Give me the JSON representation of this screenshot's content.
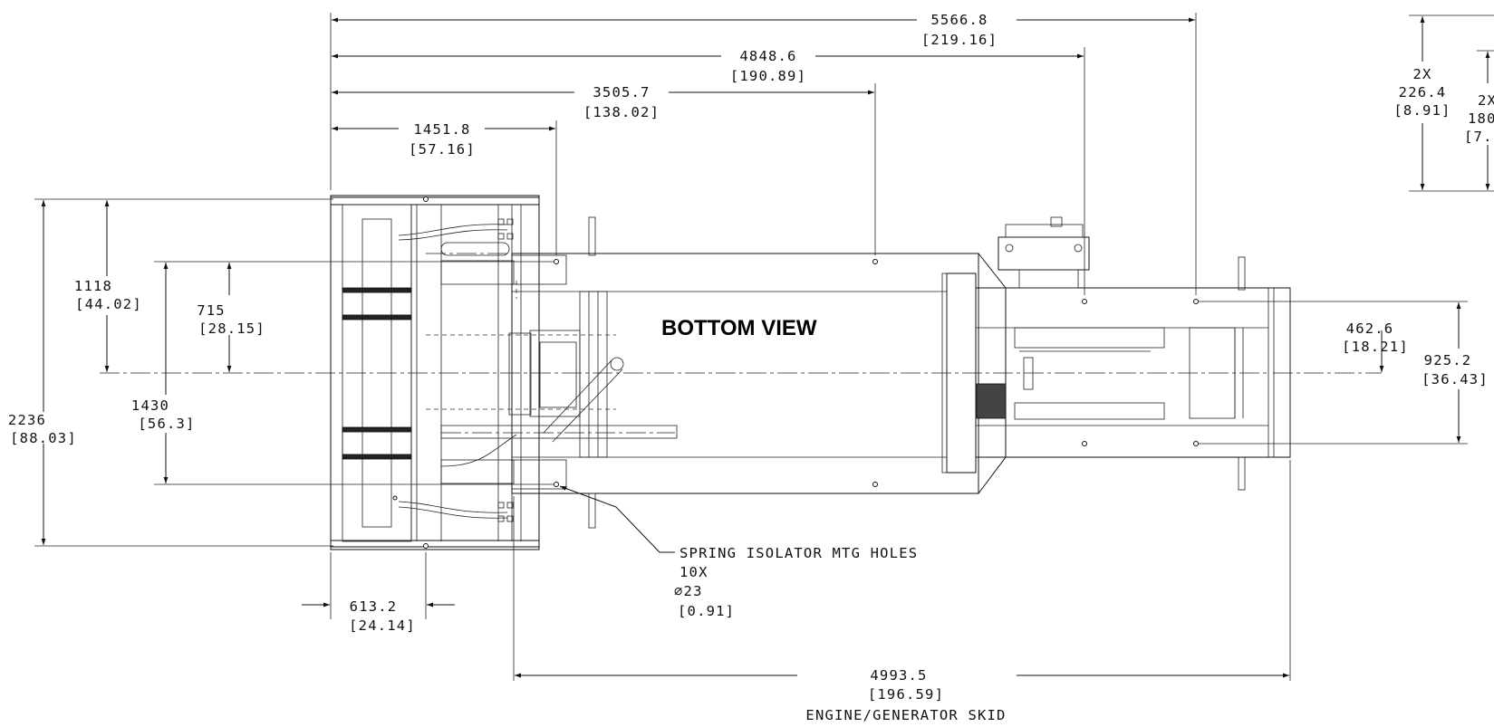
{
  "title": "BOTTOM VIEW",
  "dimensions": {
    "overall_length": {
      "mm": "5566.8",
      "in": "[219.16]"
    },
    "length_to_enclosure_unit": {
      "mm": "4848.6",
      "in": "[190.89]"
    },
    "length_to_hole_mid": {
      "mm": "3505.7",
      "in": "[138.02]"
    },
    "length_to_hole_first": {
      "mm": "1451.8",
      "in": "[57.16]"
    },
    "height_right_a": {
      "qty": "2X",
      "mm": "226.4",
      "in": "[8.91]"
    },
    "height_right_b": {
      "qty": "2X",
      "mm": "180",
      "in": "[7."
    },
    "half_width": {
      "mm": "1118",
      "in": "[44.02]"
    },
    "hole_half_offset": {
      "mm": "715",
      "in": "[28.15]"
    },
    "overall_width": {
      "mm": "2236",
      "in": "[88.03]"
    },
    "hole_spacing": {
      "mm": "1430",
      "in": "[56.3]"
    },
    "skid_half_spacing": {
      "mm": "462.6",
      "in": "[18.21]"
    },
    "skid_hole_spacing": {
      "mm": "925.2",
      "in": "[36.43]"
    },
    "front_offset": {
      "mm": "613.2",
      "in": "[24.14]"
    },
    "skid_length": {
      "mm": "4993.5",
      "in": "[196.59]",
      "label": "ENGINE/GENERATOR SKID"
    }
  },
  "callout": {
    "line1": "SPRING ISOLATOR MTG HOLES",
    "line2": "10X",
    "line3": "∅23",
    "line4": "[0.91]"
  }
}
